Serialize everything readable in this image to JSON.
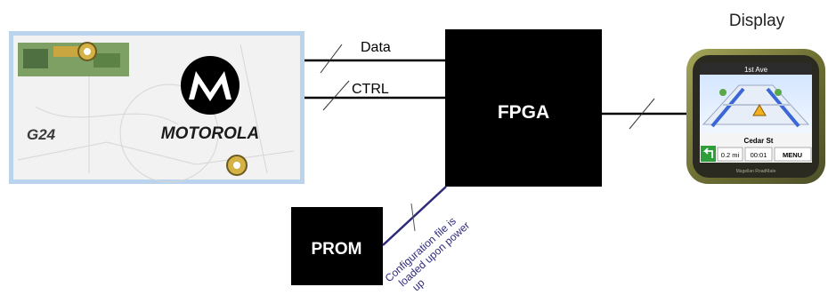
{
  "module": {
    "model": "G24",
    "brand": "MOTOROLA"
  },
  "signals": {
    "data": "Data",
    "ctrl": "CTRL"
  },
  "blocks": {
    "fpga": "FPGA",
    "prom": "PROM"
  },
  "display": {
    "caption": "Display",
    "screen": {
      "street_top": "1st Ave",
      "street_bottom": "Cedar St",
      "distance": "0.2 mi",
      "time": "00:01",
      "menu": "MENU",
      "brand": "Magellan RoadMate"
    }
  },
  "annotation": {
    "line1": "Configuration file is",
    "line2": "loaded upon power",
    "line3": "up"
  },
  "colors": {
    "block_fill": "#000000",
    "annotation": "#2e2a7a",
    "module_border": "#b9d4ec",
    "module_fill": "#f3f3f3",
    "display_bezel": "#8a8a3a"
  }
}
